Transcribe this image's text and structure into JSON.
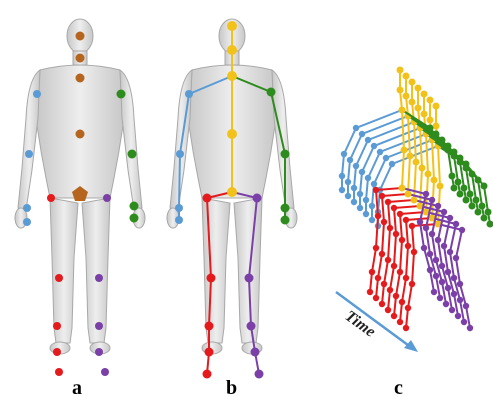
{
  "panels": [
    {
      "id": "a",
      "label": "a"
    },
    {
      "id": "b",
      "label": "b"
    },
    {
      "id": "c",
      "label": "c"
    }
  ],
  "axis_label": "Time",
  "colors": {
    "spine": "#f2c21b",
    "left_arm": "#5b9bd5",
    "right_arm": "#2e8b1e",
    "left_leg": "#e41a1c",
    "right_leg": "#7b3fa8",
    "joint_a_center": "#b5651d",
    "time_arrow": "#5b9bd5",
    "body_fill": "#d9d9d9",
    "body_stroke": "#a8a8a8"
  }
}
